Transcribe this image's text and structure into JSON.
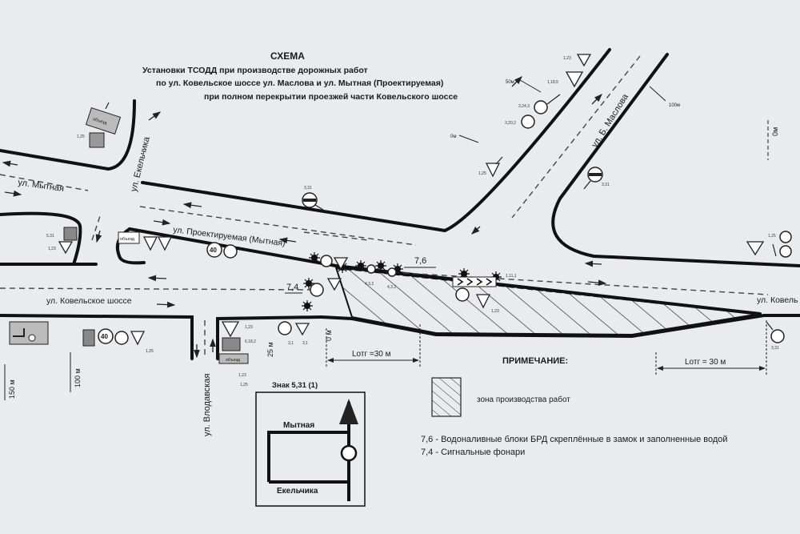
{
  "title": {
    "line1": "СХЕМА",
    "line2": "Установки ТСОДД  при производстве дорожных работ",
    "line3": "по  ул. Ковельское шоссе ул. Маслова и ул. Мытная (Проектируемая)",
    "line4": "при полном перекрытии проезжей части Ковельского шоссе"
  },
  "streets": {
    "mytnaya": "ул. Мытная",
    "ekelchika": "ул. Екельчика",
    "proektiruemaya": "ул. Проектируемая (Мытная)",
    "kovelskoe": "ул. Ковельское шоссе",
    "kovelskoe_short": "ул. Ковель",
    "maslova": "ул. Б. Маслова",
    "vlodavskaya": "ул. Влодавская"
  },
  "distances": {
    "d50": "50м",
    "d100m_top": "100м",
    "d0m_top": "0м",
    "d0m_right": "0м",
    "d0m_mid": "0 м",
    "d25": "25 м",
    "d100": "100 м",
    "d150": "150 м",
    "lotg_left": "Lотг =30 м",
    "lotg_right": "Lотг = 30 м"
  },
  "labels": {
    "block_76": "7,6",
    "lamp_74": "7,4",
    "sign_40a": "40",
    "sign_40b": "40",
    "objezd_a": "объезд",
    "objezd_b": "объезд",
    "objezd_c": "объезд"
  },
  "sign_codes": {
    "c1_23a": "1,23",
    "c1_18_5": "1,18,5",
    "c3_24_3": "3,24,3",
    "c3_20_2": "3,20,2",
    "c1_25a": "1,25",
    "c3_31a": "3,31",
    "c3_31b": "3,31",
    "c3_31c": "3,31",
    "c4_3_2a": "4,3,2",
    "c4_3_2b": "4,3,2",
    "c1_23b": "1,23",
    "c1_23c": "1,23",
    "c1_25b": "1,25",
    "c1_25c": "1,25",
    "c5_31": "5,31",
    "c1_23d": "1,23",
    "c3_1a": "3,1",
    "c3_1b": "3,1",
    "c6_18_2": "6,18,2",
    "c1_25d": "1,25",
    "c1_23e": "1,23",
    "c1_11": "1,11,1",
    "c1_25e": "1,25"
  },
  "note": {
    "heading": "ПРИМЕЧАНИЕ:",
    "work_zone": "зона производства работ",
    "item1": "7,6  - Водоналивные блоки БРД скреплённые в замок и заполненные водой",
    "item2": "7,4  -  Сигнальные фонари"
  },
  "inset": {
    "sign_caption": "Знак  5,31 (1)",
    "street_top": "Мытная",
    "street_bottom": "Екельчика"
  },
  "colors": {
    "paper": "#e9ebee",
    "ink": "#111111",
    "sign_white": "#ffffff"
  }
}
